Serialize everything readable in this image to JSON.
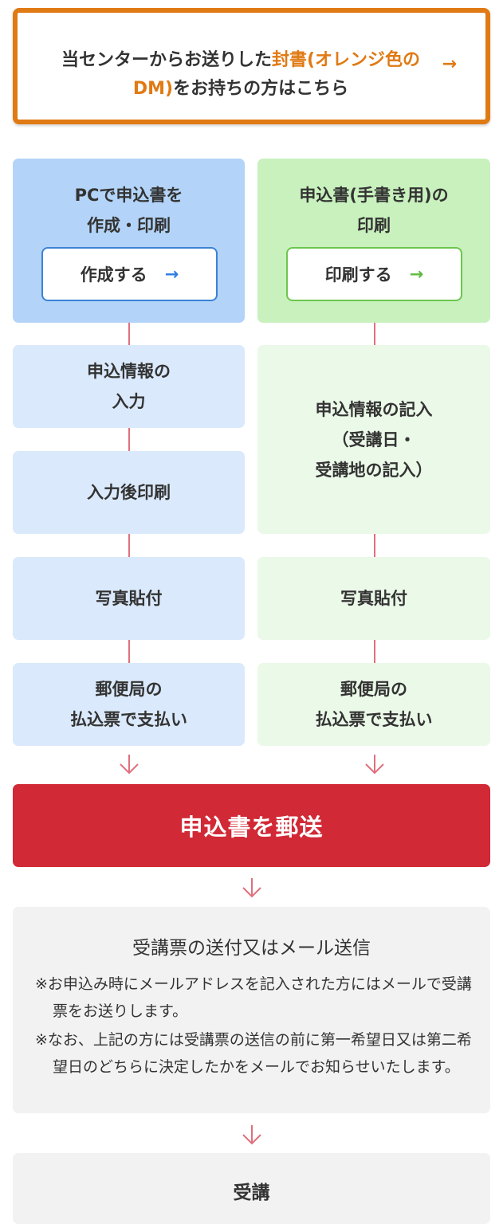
{
  "banner": {
    "text_before": "当センターからお送りした",
    "text_accent": "封書(オレンジ色のDM)",
    "text_after": "をお持ちの方はこちら",
    "arrow": "→"
  },
  "left_column": {
    "heading_line1": "PCで申込書を",
    "heading_line2": "作成・印刷",
    "button_label": "作成する",
    "button_arrow": "→",
    "steps": [
      {
        "line1": "申込情報の",
        "line2": "入力"
      },
      {
        "line1": "入力後印刷"
      },
      {
        "line1": "写真貼付"
      },
      {
        "line1": "郵便局の",
        "line2": "払込票で支払い"
      }
    ]
  },
  "right_column": {
    "heading_line1": "申込書(手書き用)の",
    "heading_line2": "印刷",
    "button_label": "印刷する",
    "button_arrow": "→",
    "steps": [
      {
        "line1": "申込情報の記入",
        "line2": "（受講日・",
        "line3": "受講地の記入）"
      },
      {
        "line1": "写真貼付"
      },
      {
        "line1": "郵便局の",
        "line2": "払込票で支払い"
      }
    ]
  },
  "mail_step": {
    "label": "申込書を郵送"
  },
  "ticket_step": {
    "title": "受講票の送付又はメール送信",
    "notes": [
      "※お申込み時にメールアドレスを記入された方にはメールで受講票をお送りします。",
      "※なお、上記の方には受講票の送信の前に第一希望日又は第二希望日のどちらに決定したかをメールでお知らせいたします。"
    ]
  },
  "final_step": {
    "label": "受講"
  },
  "colors": {
    "orange_accent": "#e07a14",
    "blue_head": "#b3d4f8",
    "blue_step": "#dae9fb",
    "green_head": "#c8f1bd",
    "green_step": "#ebf9e8",
    "mail_red": "#d12935",
    "connector": "#e0707c",
    "gray_box": "#f2f2f2"
  },
  "icons": {
    "banner_arrow": "arrow-right-icon",
    "flow_arrow": "arrow-down-icon"
  }
}
